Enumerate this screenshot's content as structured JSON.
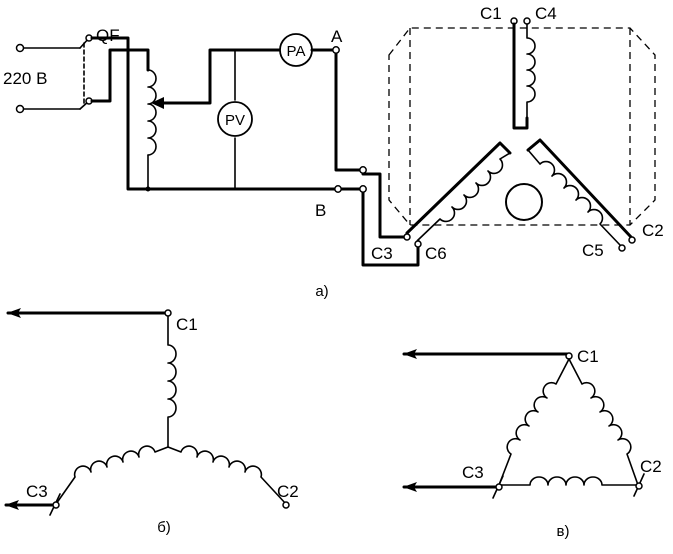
{
  "supply": {
    "voltage_label": "220 В",
    "breaker_label": "QF"
  },
  "meters": {
    "ammeter": "PA",
    "voltmeter": "PV"
  },
  "lines": {
    "a": "A",
    "b": "B"
  },
  "terminals": {
    "c1": "C1",
    "c2": "C2",
    "c3": "C3",
    "c4": "C4",
    "c5": "C5",
    "c6": "C6"
  },
  "captions": {
    "a": "а)",
    "b": "б)",
    "v": "в)"
  }
}
